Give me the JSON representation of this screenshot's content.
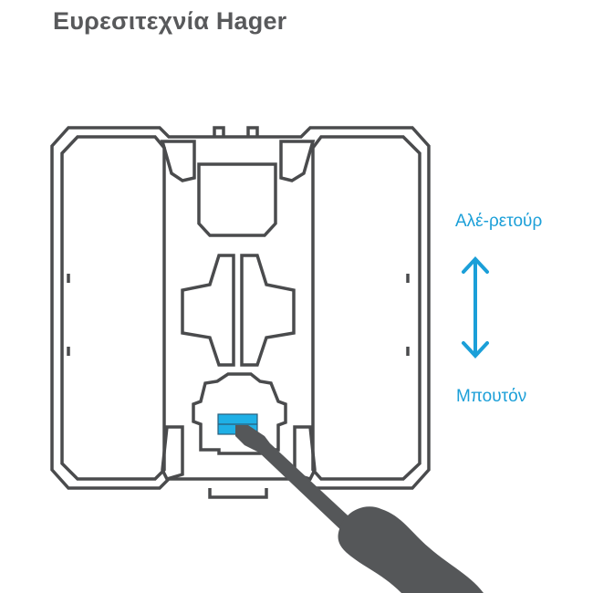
{
  "title": "Ευρεσιτεχνία Hager",
  "labels": {
    "top": "Αλέ-ρετούρ",
    "bottom": "Μπουτόν"
  },
  "icons": {
    "arrow": "double-arrow-vertical-icon",
    "tool": "screwdriver-icon"
  },
  "colors": {
    "accent": "#1b9fd8",
    "outline": "#4a4b4d",
    "title": "#58595b"
  }
}
